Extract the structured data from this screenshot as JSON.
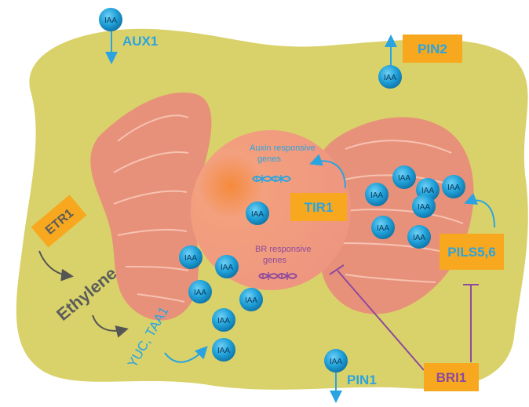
{
  "molecule_label": "IAA",
  "transporters": {
    "aux1": "AUX1",
    "pin2": "PIN2",
    "pin1": "PIN1"
  },
  "proteins": {
    "etr1": "ETR1",
    "tir1": "TIR1",
    "pils": "PILS5,6",
    "bri1": "BRI1"
  },
  "labels": {
    "ethylene": "Ethylene",
    "yuc_taa1": "YUC, TAA1",
    "auxin_genes_line1": "Auxin responsive",
    "auxin_genes_line2": "genes",
    "br_genes_line1": "BR responsive",
    "br_genes_line2": "genes"
  },
  "colors": {
    "cell": "#d9d26a",
    "organelle": "#e8917a",
    "nucleus": "#f0a088",
    "iaa": "#1fa0d8",
    "box": "#f7a81f",
    "box_text": "#2aa4e0",
    "purple": "#8e4a9c",
    "gray": "#5c5c5c"
  }
}
